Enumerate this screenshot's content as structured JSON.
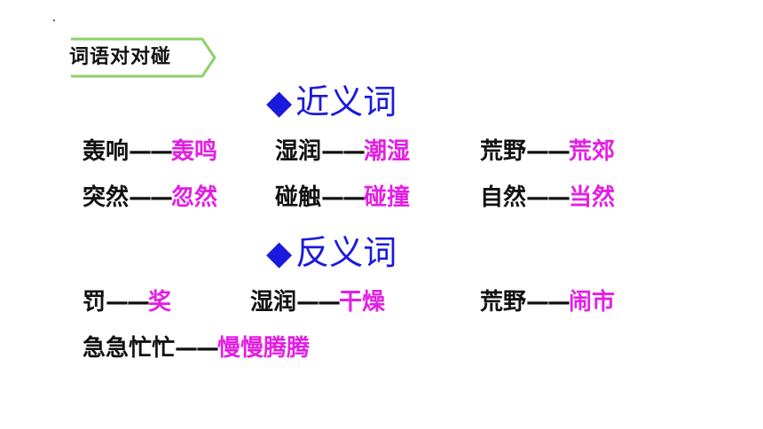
{
  "tag_label": "词语对对碰",
  "synonyms": {
    "heading": "近义词",
    "pairs": [
      {
        "word": "轰响",
        "match": "轰鸣"
      },
      {
        "word": "湿润",
        "match": "潮湿"
      },
      {
        "word": "荒野",
        "match": "荒郊"
      },
      {
        "word": "突然",
        "match": "忽然"
      },
      {
        "word": "碰触",
        "match": "碰撞"
      },
      {
        "word": "自然",
        "match": "当然"
      }
    ]
  },
  "antonyms": {
    "heading": "反义词",
    "pairs": [
      {
        "word": "罚",
        "match": "奖"
      },
      {
        "word": "湿润",
        "match": "干燥"
      },
      {
        "word": "荒野",
        "match": "闹市"
      },
      {
        "word": "急急忙忙",
        "match": "慢慢腾腾"
      }
    ]
  },
  "dash_symbol": "——",
  "diamond_symbol": "◆",
  "colors": {
    "heading": "#1a1adc",
    "answer": "#e31ee3",
    "tag_border": "#8fd16a"
  }
}
